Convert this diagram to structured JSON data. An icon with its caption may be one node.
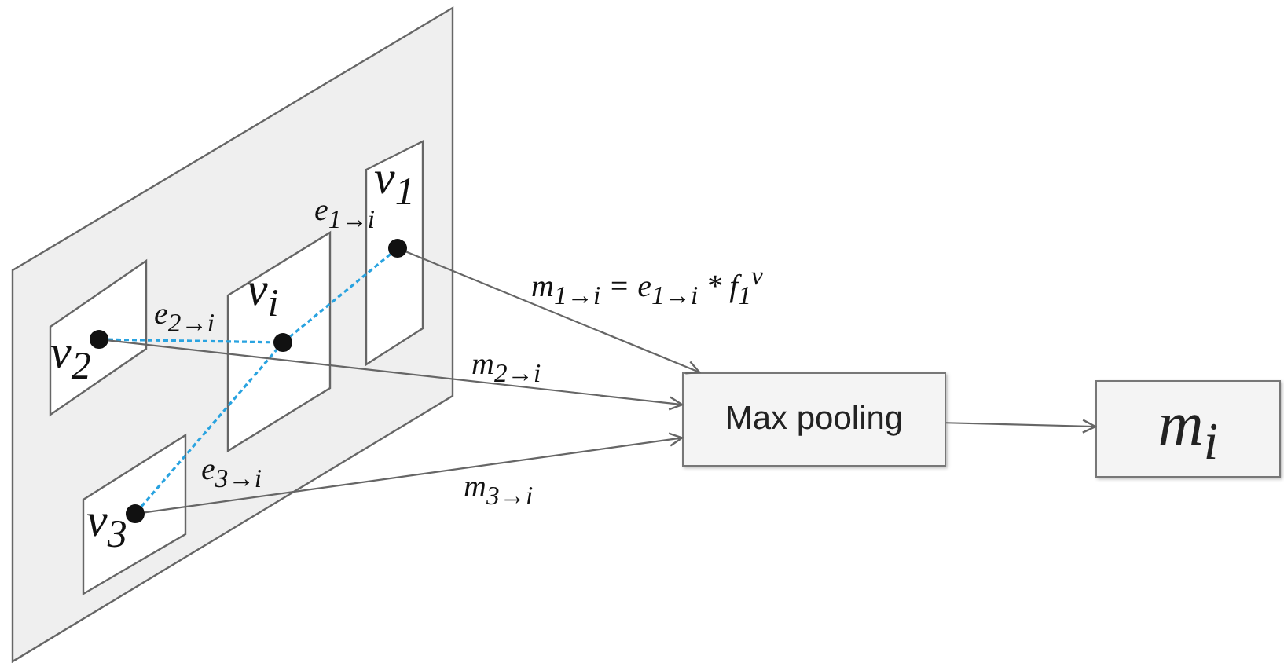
{
  "diagram": {
    "nodes": [
      {
        "text": [],
        "shape": "box"
      },
      {
        "text": [
          "v$_{2}$"
        ],
        "in": 0
      },
      {
        "text": [],
        "shape": "circle",
        "in": 1
      },
      {
        "text": [
          "v$_{i}$"
        ],
        "in": 0
      },
      {
        "text": [],
        "shape": "circle",
        "in": 3
      },
      {
        "text": [
          "v$_{1}$"
        ],
        "in": 0
      },
      {
        "text": [],
        "shape": "circle",
        "in": 5
      },
      {
        "text": [
          "v$_{3}$"
        ],
        "in": 0
      },
      {
        "text": [],
        "shape": "circle",
        "in": 7
      },
      {
        "text": [
          "Max pooling"
        ]
      },
      {
        "text": [
          "m$_{i}$"
        ]
      }
    ],
    "edges": [
      {
        "from": 2,
        "to": 4,
        "arrow": "none",
        "style": "dashed",
        "color": "#29a3e0",
        "label": "e$_{2→i}$"
      },
      {
        "from": 6,
        "to": 4,
        "arrow": "none",
        "style": "dashed",
        "color": "#29a3e0",
        "label": "e$_{1→i}$"
      },
      {
        "from": 8,
        "to": 4,
        "arrow": "none",
        "style": "dashed",
        "color": "#29a3e0",
        "label": "e$_{3→i}$"
      },
      {
        "from": 6,
        "to": 9,
        "arrow": "to",
        "label": "m$_{1→i}$ = e$_{1→i}$ * f$_{1}$$^{v}$"
      },
      {
        "from": 2,
        "to": 9,
        "arrow": "to",
        "label": "m$_{2→i}$"
      },
      {
        "from": 8,
        "to": 9,
        "arrow": "to",
        "label": "m$_{3→i}$"
      },
      {
        "from": 9,
        "to": 10,
        "arrow": "to"
      }
    ]
  }
}
